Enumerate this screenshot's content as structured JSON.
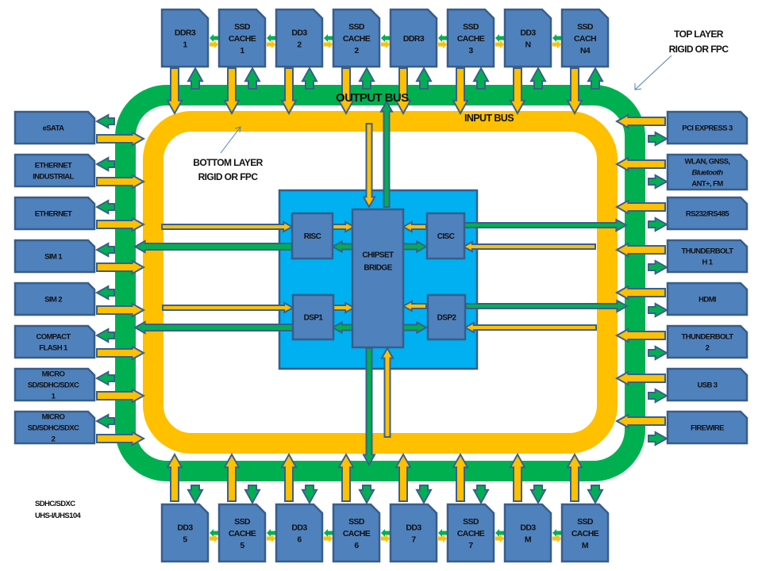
{
  "colors": {
    "block_fill": "#4f81bd",
    "block_stroke": "#385d8a",
    "output_bus": "#00b050",
    "input_bus": "#ffc000",
    "cpu_area": "#00b0f0",
    "arrow_outline": "#3a5f8c",
    "callout_line": "#4f81bd"
  },
  "labels": {
    "output_bus": "OUTPUT BUS",
    "input_bus": "INPUT BUS",
    "top_layer": [
      "TOP LAYER",
      "RIGID OR FPC"
    ],
    "bottom_layer": [
      "BOTTOM LAYER",
      "RIGID OR FPC"
    ],
    "sd_note": [
      "SDHC/SDXC",
      "UHS-I/UHS104"
    ]
  },
  "top_memory": [
    {
      "lines": [
        "DDR3",
        "1"
      ]
    },
    {
      "lines": [
        "SSD",
        "CACHE",
        "1"
      ]
    },
    {
      "lines": [
        "DD3",
        "2"
      ]
    },
    {
      "lines": [
        "SSD",
        "CACHE",
        "2"
      ]
    },
    {
      "lines": [
        "DDR3"
      ]
    },
    {
      "lines": [
        "SSD",
        "CACHE",
        "3"
      ]
    },
    {
      "lines": [
        "DD3",
        "N"
      ]
    },
    {
      "lines": [
        "SSD",
        "CACH",
        "N4"
      ]
    }
  ],
  "bottom_memory": [
    {
      "lines": [
        "DD3",
        "5"
      ]
    },
    {
      "lines": [
        "SSD",
        "CACHE",
        "5"
      ]
    },
    {
      "lines": [
        "DD3",
        "6"
      ]
    },
    {
      "lines": [
        "SSD",
        "CACHE",
        "6"
      ]
    },
    {
      "lines": [
        "DD3",
        "7"
      ]
    },
    {
      "lines": [
        "SSD",
        "CACHE",
        "7"
      ]
    },
    {
      "lines": [
        "DD3",
        "M"
      ]
    },
    {
      "lines": [
        "SSD",
        "CACHE",
        "M"
      ]
    }
  ],
  "left_ports": [
    {
      "lines": [
        "eSATA"
      ]
    },
    {
      "lines": [
        "ETHERNET",
        "INDUSTRIAL"
      ]
    },
    {
      "lines": [
        "ETHERNET"
      ]
    },
    {
      "lines": [
        "SIM 1"
      ]
    },
    {
      "lines": [
        "SIM 2"
      ]
    },
    {
      "lines": [
        "COMPACT",
        "FLASH 1"
      ]
    },
    {
      "lines": [
        "MICRO",
        "SD/SDHC/SDXC",
        "1"
      ]
    },
    {
      "lines": [
        "MICRO",
        "SD/SDHC/SDXC",
        "2"
      ]
    }
  ],
  "right_ports": [
    {
      "lines": [
        "PCI EXPRESS 3"
      ]
    },
    {
      "lines": [
        "WLAN, GNSS,",
        "Bluetooth",
        "ANT+, FM"
      ],
      "italic_line": 1
    },
    {
      "lines": [
        "RS232/RS485"
      ]
    },
    {
      "lines": [
        "THUNDERBOLT",
        "H 1"
      ]
    },
    {
      "lines": [
        "HDMI"
      ]
    },
    {
      "lines": [
        "THUNDERBOLT",
        "2"
      ]
    },
    {
      "lines": [
        "USB 3"
      ]
    },
    {
      "lines": [
        "FIREWIRE"
      ]
    }
  ],
  "processor": {
    "risc": "RISC",
    "cisc": "CISC",
    "dsp1": "DSP1",
    "dsp2": "DSP2",
    "bridge": [
      "CHIPSET",
      "BRIDGE"
    ]
  }
}
